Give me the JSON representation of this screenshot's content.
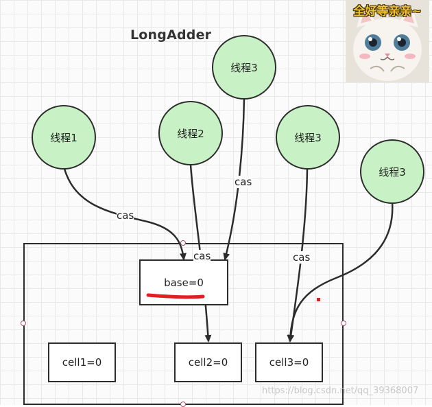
{
  "title": "LongAdder",
  "threads": [
    {
      "id": "t1",
      "label": "线程1"
    },
    {
      "id": "t2",
      "label": "线程2"
    },
    {
      "id": "t3a",
      "label": "线程3"
    },
    {
      "id": "t3b",
      "label": "线程3"
    },
    {
      "id": "t3c",
      "label": "线程3"
    }
  ],
  "boxes": {
    "base": "base=0",
    "cell1": "cell1=0",
    "cell2": "cell2=0",
    "cell3": "cell3=0"
  },
  "edge_labels": {
    "t1_base": "cas",
    "t2_cell2": "cas",
    "t3a_base": "cas",
    "t3b_cell3": "cas"
  },
  "avatar": {
    "caption": "全好等亲亲~"
  },
  "watermark": "https://blog.csdn.net/qq_39368007",
  "colors": {
    "thread_fill": "#c8f2c5",
    "stroke": "#2c2c2c",
    "highlight": "#e02020"
  }
}
